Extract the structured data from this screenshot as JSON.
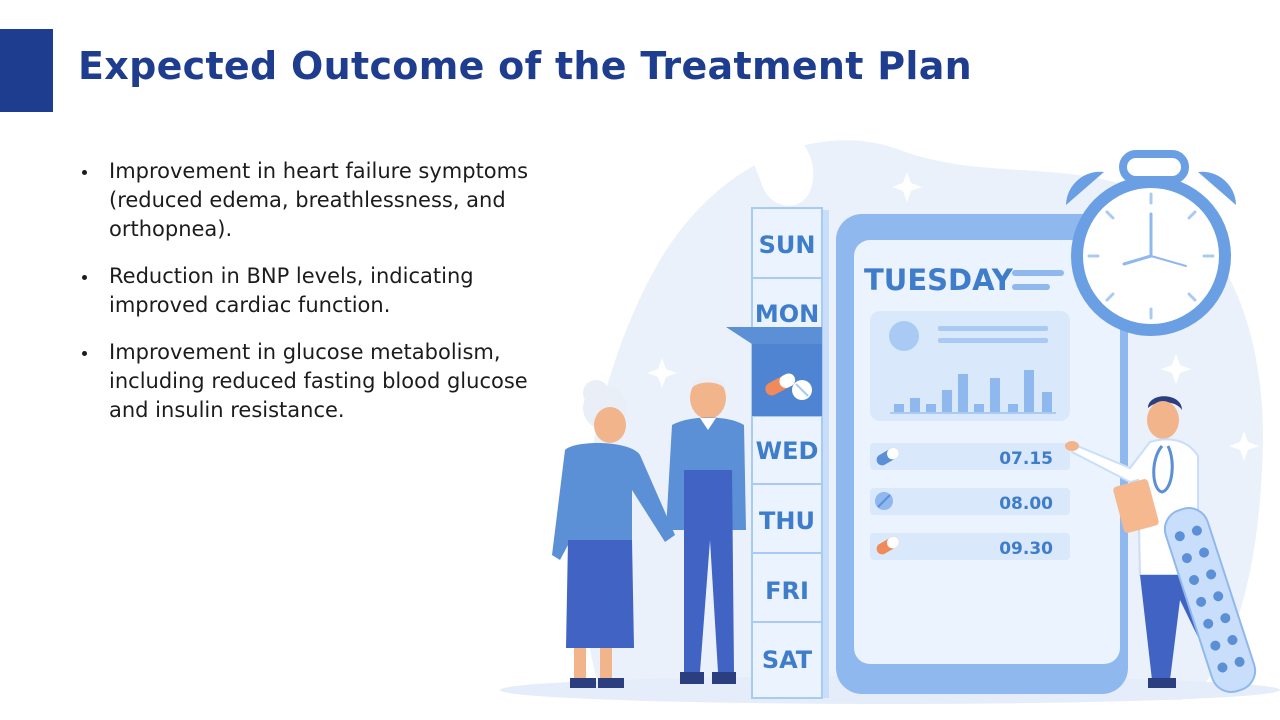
{
  "slide": {
    "title": "Expected Outcome of the Treatment Plan",
    "bullets": [
      "Improvement in heart failure symptoms (reduced edema, breathlessness, and orthopnea).",
      "Reduction in BNP levels, indicating improved cardiac function.",
      "Improvement in glucose metabolism, including reduced fasting blood glucose and insulin resistance."
    ]
  },
  "illustration": {
    "pill_organizer_days": [
      "SUN",
      "MON",
      "WED",
      "THU",
      "FRI",
      "SAT"
    ],
    "tablet_day": "TUESDAY",
    "schedule_times": [
      "07.15",
      "08.00",
      "09.30"
    ],
    "colors": {
      "title_blue": "#1f3d8f",
      "light_blue": "#a9cbf3",
      "mid_blue": "#5b8fd6",
      "pill_orange": "#f08a5b"
    },
    "icons": [
      "alarm-clock-icon",
      "capsule-icon",
      "tablet-pill-icon",
      "sparkle-icon",
      "blister-pack-icon"
    ]
  }
}
